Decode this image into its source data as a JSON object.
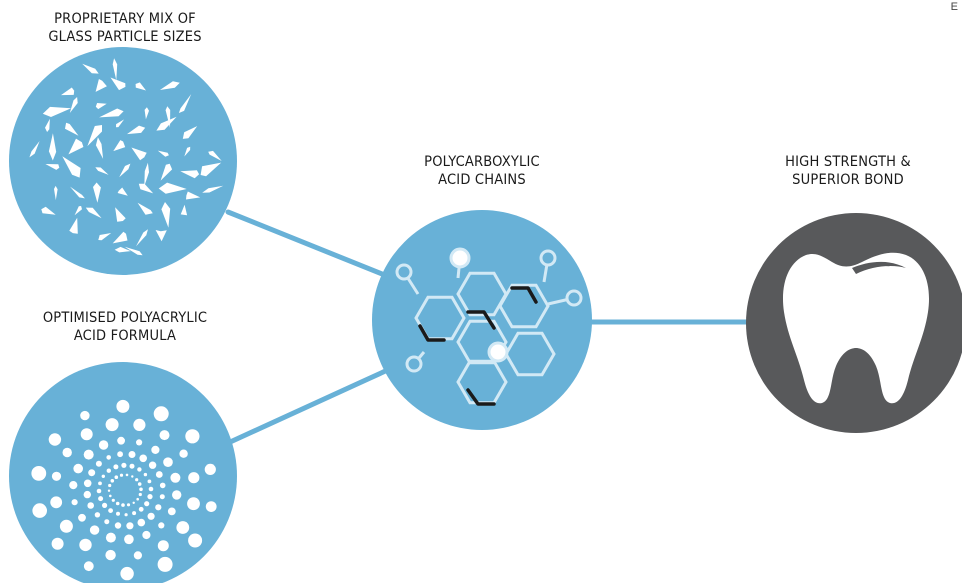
{
  "labels": {
    "glass": [
      "PROPRIETARY MIX OF",
      "GLASS PARTICLE SIZES"
    ],
    "polyacrylic": [
      "OPTIMISED POLYACRYLIC",
      "ACID FORMULA"
    ],
    "acid_chains": [
      "POLYCARBOXYLIC",
      "ACID CHAINS"
    ],
    "strength": [
      "HIGH STRENGTH &",
      "SUPERIOR BOND"
    ]
  },
  "corner_mark": "E",
  "colors": {
    "circle_blue": "#68b1d7",
    "connector_blue": "#68b1d7",
    "tooth_circle": "#58595b",
    "white": "#ffffff",
    "molecule_line": "#c8e3f1",
    "bond_dark": "#1a1a1a",
    "text": "#1a1a1a"
  },
  "icons": {
    "glass": "glass-particles-icon",
    "polyacrylic": "polymer-dots-spiral-icon",
    "acid_chains": "hexagon-molecule-icon",
    "strength": "tooth-icon"
  }
}
